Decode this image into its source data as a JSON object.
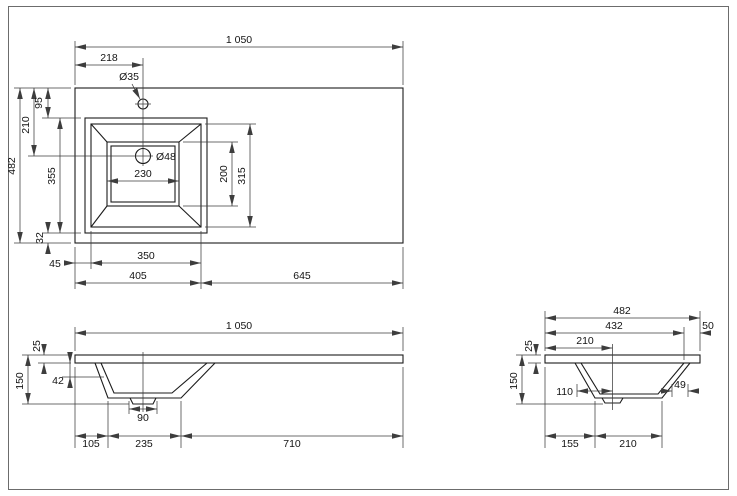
{
  "drawing_type": "washbasin-dimension-drawing",
  "colors": {
    "line": "#1c1c1c",
    "dim_line": "#3d3d3d",
    "background": "#ffffff"
  },
  "views": {
    "top": {
      "total_width": "1 050",
      "faucet_offset": "218",
      "faucet_hole_dia": "Ø35",
      "total_depth": "482",
      "back_to_drain": "210",
      "back_to_basin": "95",
      "basin_depth": "355",
      "basin_to_front": "32",
      "drain_dia": "Ø48",
      "floor_width": "230",
      "floor_depth": "200",
      "rim_depth": "315",
      "edge_to_basin": "45",
      "basin_width": "350",
      "basin_zone": "405",
      "counter_zone": "645"
    },
    "front": {
      "total_width": "1 050",
      "top_thickness": "25",
      "total_height": "150",
      "wall_offset": "42",
      "drain_width": "90",
      "left_segment": "105",
      "bottom_segment": "235",
      "right_segment": "710"
    },
    "side": {
      "total_depth": "482",
      "back_to_rim": "432",
      "rim_to_front": "50",
      "back_to_drain": "210",
      "top_thickness": "25",
      "total_height": "150",
      "floor_to_drain": "110",
      "front_offset": "49",
      "back_segment": "155",
      "bottom_segment": "210"
    }
  }
}
